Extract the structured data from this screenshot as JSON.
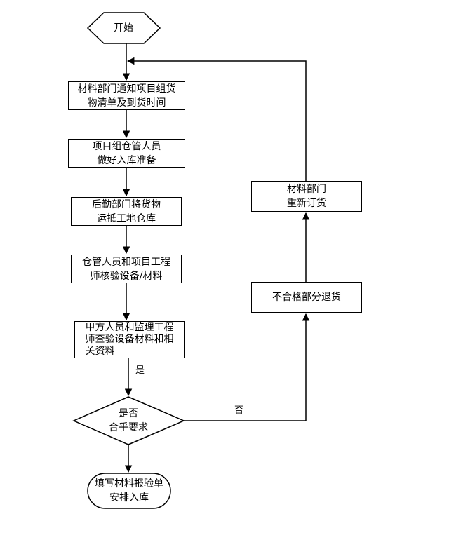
{
  "start": "开始",
  "steps": [
    "材料部门通知项目组货\n物清单及到货时间",
    "项目组仓管人员\n做好入库准备",
    "后勤部门将货物\n运抵工地仓库",
    "仓管人员和项目工程\n师核验设备/材料",
    "甲方人员和监理工程\n师查验设备材料和相\n关资料"
  ],
  "decision": "是否\n合乎要求",
  "yes_label": "是",
  "no_label": "否",
  "reject": "不合格部分退货",
  "reorder": "材料部门\n重新订货",
  "end": "填写材料报验单\n安排入库"
}
